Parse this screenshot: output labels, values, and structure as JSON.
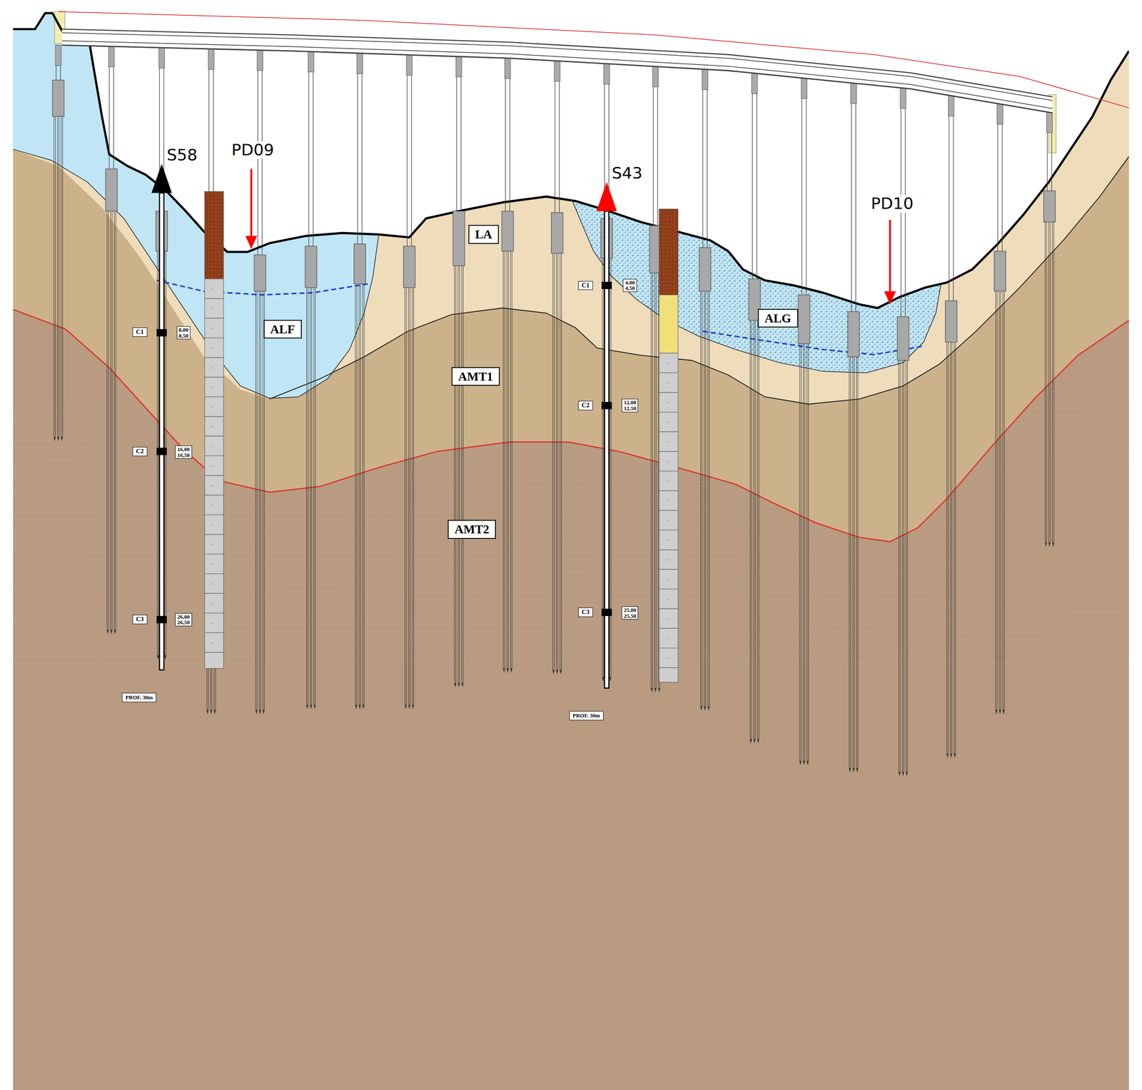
{
  "diagram": {
    "nodes": [
      {
        "text": [
          "LA"
        ]
      },
      {
        "text": [
          "ALF"
        ]
      },
      {
        "text": [
          "ALG"
        ]
      },
      {
        "text": [
          "AMT1"
        ]
      },
      {
        "text": [
          "AMT2"
        ]
      },
      {
        "text": [
          "C1"
        ]
      },
      {
        "text": [
          "8,00 8,50"
        ]
      },
      {
        "text": [
          "C2"
        ]
      },
      {
        "text": [
          "16,00 16,50"
        ]
      },
      {
        "text": [
          "C3"
        ]
      },
      {
        "text": [
          "26,00 26,50"
        ]
      },
      {
        "text": [
          "PROF. 30m"
        ]
      },
      {
        "text": [
          "C1"
        ]
      },
      {
        "text": [
          "4,00 4,50"
        ]
      },
      {
        "text": [
          "C2"
        ]
      },
      {
        "text": [
          "12,00 12,50"
        ]
      },
      {
        "text": [
          "C3"
        ]
      },
      {
        "text": [
          "25,00 25,50"
        ]
      },
      {
        "text": [
          "PROF. 30m"
        ]
      }
    ],
    "labels": [
      "S58",
      "PD09",
      "S43",
      "PD10"
    ]
  }
}
